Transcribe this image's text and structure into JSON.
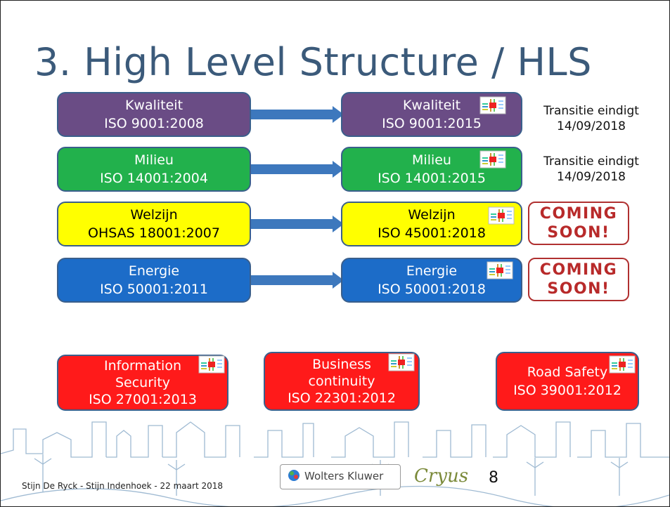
{
  "title": "3. High Level Structure / HLS",
  "rows": [
    {
      "left": {
        "name": "Kwaliteit",
        "std": "ISO 9001:2008"
      },
      "right": {
        "name": "Kwaliteit",
        "std": "ISO 9001:2015"
      },
      "note": {
        "line1": "Transitie eindigt",
        "line2": "14/09/2018"
      }
    },
    {
      "left": {
        "name": "Milieu",
        "std": "ISO 14001:2004"
      },
      "right": {
        "name": "Milieu",
        "std": "ISO 14001:2015"
      },
      "note": {
        "line1": "Transitie eindigt",
        "line2": "14/09/2018"
      }
    },
    {
      "left": {
        "name": "Welzijn",
        "std": "OHSAS 18001:2007"
      },
      "right": {
        "name": "Welzijn",
        "std": "ISO 45001:2018"
      },
      "stamp": {
        "line1": "COMING",
        "line2": "SOON!"
      }
    },
    {
      "left": {
        "name": "Energie",
        "std": "ISO 50001:2011"
      },
      "right": {
        "name": "Energie",
        "std": "ISO 50001:2018"
      },
      "stamp": {
        "line1": "COMING",
        "line2": "SOON!"
      }
    }
  ],
  "others": [
    {
      "l1": "Information",
      "l2": "Security",
      "l3": "ISO 27001:2013"
    },
    {
      "l1": "Business",
      "l2": "continuity",
      "l3": "ISO 22301:2012"
    },
    {
      "l1": "Road Safety",
      "l2": "ISO 39001:2012"
    }
  ],
  "footer": {
    "authors": "Stijn De Ryck - Stijn Indenhoek - 22 maart 2018",
    "logo1": "Wolters Kluwer",
    "logo2": "Cryus",
    "page": "8"
  },
  "colors": {
    "title": "#3b5a7a",
    "kwaliteit": "#6a4c85",
    "milieu": "#22b14c",
    "welzijn": "#ffff00",
    "energie": "#1c6cc8",
    "other": "#ff1a1a",
    "stamp": "#b82a2a"
  },
  "icons": [
    "hls-diagram-icon",
    "arrow-right-icon",
    "coming-soon-stamp",
    "skyline-background",
    "globe-icon"
  ]
}
